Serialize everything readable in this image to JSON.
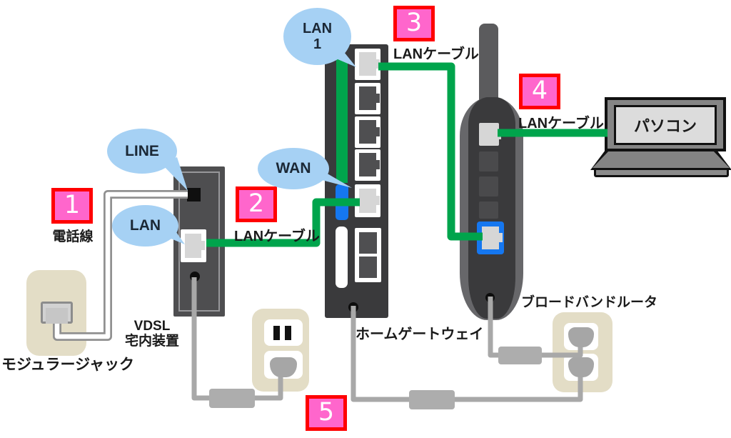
{
  "steps": [
    {
      "num": "1",
      "label": "電話線"
    },
    {
      "num": "2",
      "label": "LANケーブル"
    },
    {
      "num": "3",
      "label": "LANケーブル"
    },
    {
      "num": "4",
      "label": "LANケーブル"
    },
    {
      "num": "5",
      "label": ""
    }
  ],
  "port_bubbles": {
    "line": "LINE",
    "lan": "LAN",
    "wan": "WAN",
    "lan1": [
      "LAN",
      "1"
    ]
  },
  "device_labels": {
    "modular_jack": "モジュラージャック",
    "vdsl": [
      "VDSL",
      "宅内装置"
    ],
    "home_gateway": "ホームゲートウェイ",
    "broadband_router": "ブロードバンドルータ",
    "pc": "パソコン"
  },
  "accent_colors": {
    "cable_green": "#00A44C",
    "port_blue": "#1577F0",
    "step_box_fill": "#FF66CC",
    "step_box_border": "#FF0000",
    "bubble_fill": "#A6D1F4",
    "outlet_beige": "#E3DDC6",
    "cable_gray": "#A8A8A8",
    "phone_cable_outline": "#909090"
  }
}
